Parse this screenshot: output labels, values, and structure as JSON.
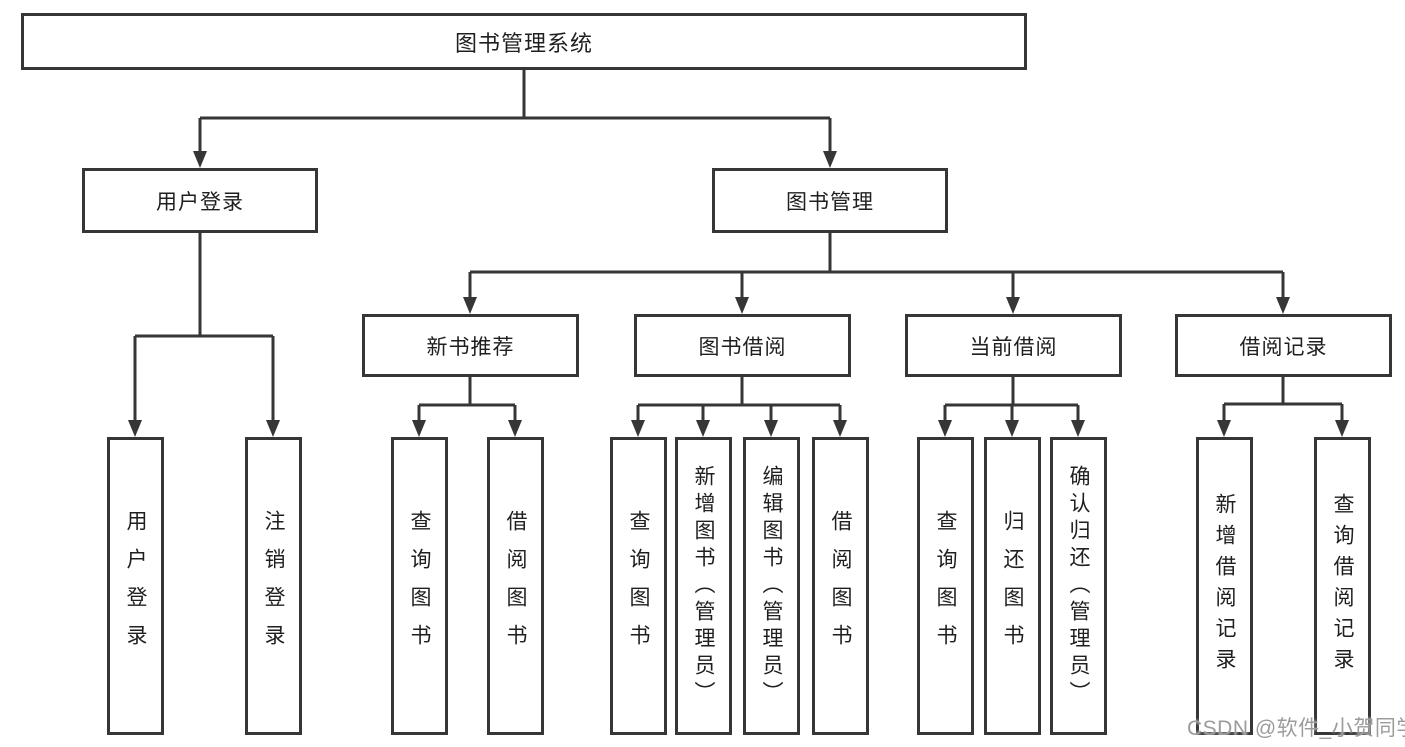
{
  "watermark": "CSDN @软件_小贺同学",
  "root": {
    "label": "图书管理系统"
  },
  "branches": [
    {
      "label": "用户登录",
      "children": [
        {
          "label": "用户登录"
        },
        {
          "label": "注销登录"
        }
      ]
    },
    {
      "label": "图书管理",
      "children": [
        {
          "label": "新书推荐",
          "children": [
            {
              "label": "查询图书"
            },
            {
              "label": "借阅图书"
            }
          ]
        },
        {
          "label": "图书借阅",
          "children": [
            {
              "label": "查询图书"
            },
            {
              "label": "新增图书（管理员）"
            },
            {
              "label": "编辑图书（管理员）"
            },
            {
              "label": "借阅图书"
            }
          ]
        },
        {
          "label": "当前借阅",
          "children": [
            {
              "label": "查询图书"
            },
            {
              "label": "归还图书"
            },
            {
              "label": "确认归还（管理员）"
            }
          ]
        },
        {
          "label": "借阅记录",
          "children": [
            {
              "label": "新增借阅记录"
            },
            {
              "label": "查询借阅记录"
            }
          ]
        }
      ]
    }
  ]
}
